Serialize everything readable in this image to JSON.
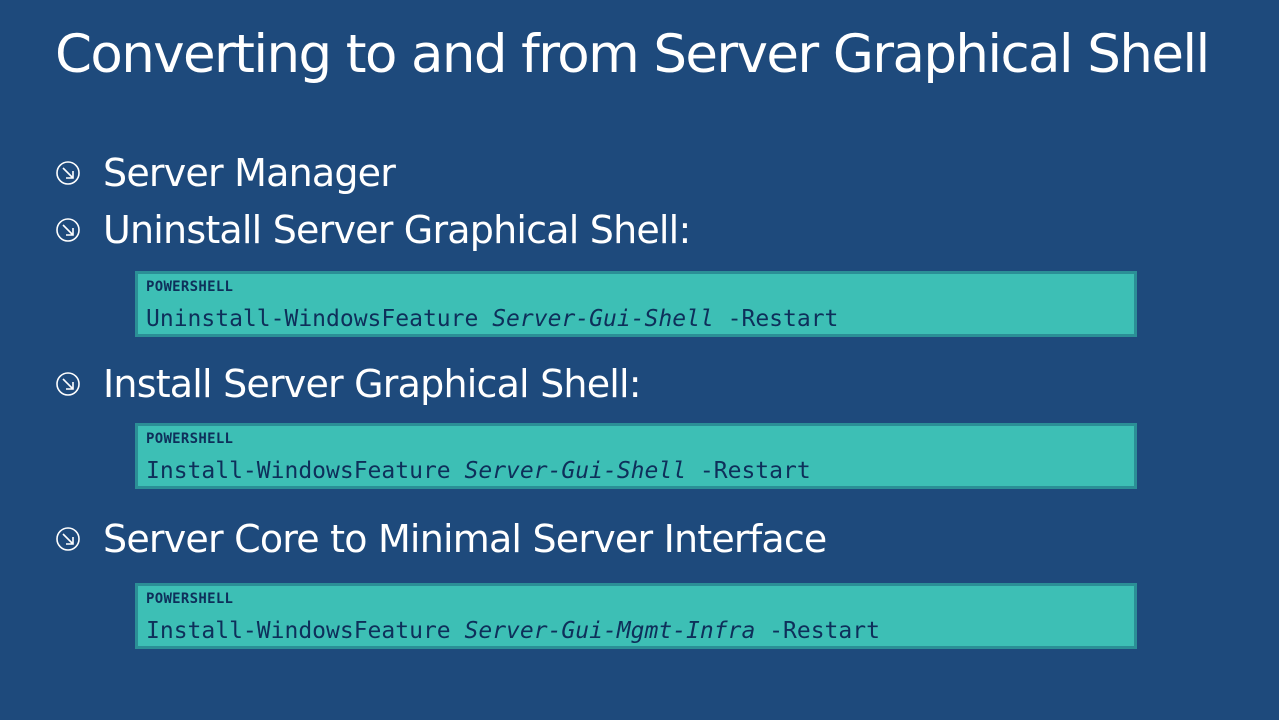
{
  "slide": {
    "title": "Converting to and from Server Graphical Shell",
    "bullets": [
      {
        "text": "Server Manager",
        "icon": "arrow-circle-down-right-icon"
      },
      {
        "text": "Uninstall Server Graphical Shell:",
        "icon": "arrow-circle-down-right-icon"
      },
      {
        "text": "Install Server Graphical Shell:",
        "icon": "arrow-circle-down-right-icon"
      },
      {
        "text": "Server Core to Minimal Server Interface",
        "icon": "arrow-circle-down-right-icon"
      }
    ],
    "code_blocks": [
      {
        "label": "POWERSHELL",
        "command": "Uninstall-WindowsFeature",
        "param": "Server-Gui-Shell",
        "switch": "-Restart"
      },
      {
        "label": "POWERSHELL",
        "command": "Install-WindowsFeature",
        "param": "Server-Gui-Shell",
        "switch": "-Restart"
      },
      {
        "label": "POWERSHELL",
        "command": "Install-WindowsFeature",
        "param": "Server-Gui-Mgmt-Infra",
        "switch": "-Restart"
      }
    ]
  },
  "colors": {
    "background": "#1e4a7c",
    "code_box": "#3dbfb5",
    "code_border": "#2b8f96",
    "code_text": "#0e2f5a",
    "text": "#ffffff"
  }
}
